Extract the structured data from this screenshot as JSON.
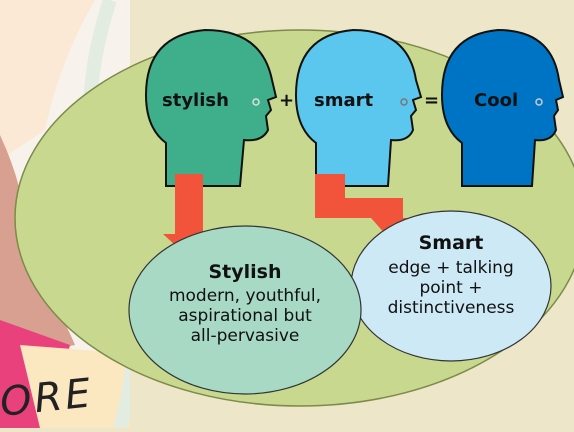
{
  "equation": {
    "head1": {
      "label": "stylish",
      "color": "#3fae8a"
    },
    "plus": "+",
    "head2": {
      "label": "smart",
      "color": "#5bc6ee"
    },
    "equals": "=",
    "head3": {
      "label": "Cool",
      "color": "#0074c4"
    }
  },
  "bubbles": {
    "stylish": {
      "title": "Stylish",
      "lines": [
        "modern, youthful,",
        "aspirational but",
        "all-pervasive"
      ],
      "color": "#a7d9c5"
    },
    "smart": {
      "title": "Smart",
      "lines": [
        "edge + talking",
        "point +",
        "distinctiveness"
      ],
      "color": "#cde9f6"
    }
  },
  "background_text": "ORE",
  "colors": {
    "oval": "#c8d98f",
    "arrow": "#f1543a",
    "panel": "#ede6c8"
  }
}
